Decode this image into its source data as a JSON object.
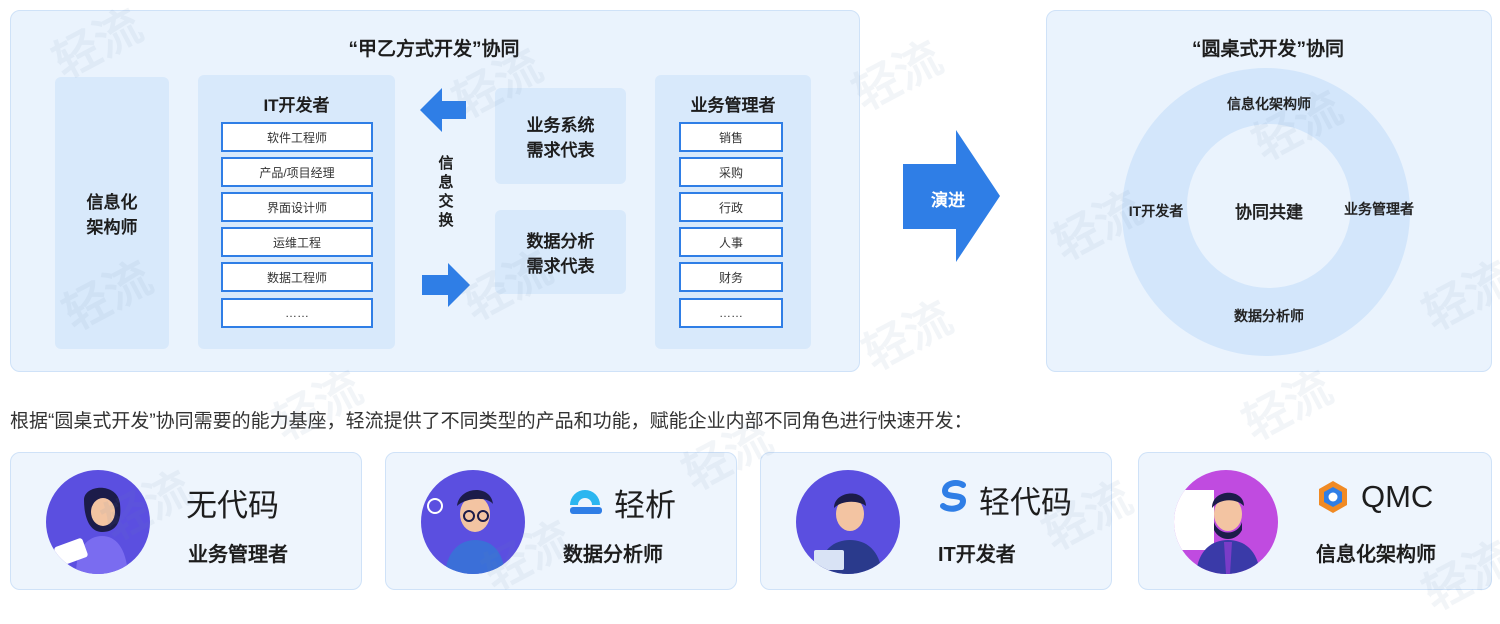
{
  "left_panel": {
    "title": "“甲乙方式开发”协同",
    "architect": [
      "信息化",
      "架构师"
    ],
    "it_dev": {
      "header": "IT开发者",
      "items": [
        "软件工程师",
        "产品/项目经理",
        "界面设计师",
        "运维工程",
        "数据工程师",
        "……"
      ]
    },
    "info_exchange": [
      "信",
      "息",
      "交",
      "换"
    ],
    "reps": [
      [
        "业务系统",
        "需求代表"
      ],
      [
        "数据分析",
        "需求代表"
      ]
    ],
    "biz_mgr": {
      "header": "业务管理者",
      "items": [
        "销售",
        "采购",
        "行政",
        "人事",
        "财务",
        "……"
      ]
    }
  },
  "evolve_label": "演进",
  "right_panel": {
    "title": "“圆桌式开发”协同",
    "center": "协同共建",
    "top": "信息化架构师",
    "left": "IT开发者",
    "right": "业务管理者",
    "bottom": "数据分析师"
  },
  "description": "根据“圆桌式开发”协同需要的能力基座，轻流提供了不同类型的产品和功能，赋能企业内部不同角色进行快速开发：",
  "cards": [
    {
      "title": "无代码",
      "role": "业务管理者"
    },
    {
      "title": "轻析",
      "role": "数据分析师"
    },
    {
      "title": "轻代码",
      "role": "IT开发者"
    },
    {
      "title": "QMC",
      "role": "信息化架构师"
    }
  ],
  "watermark": "轻流",
  "colors": {
    "accent": "#2f7ee6",
    "panel": "#eaf3fd",
    "block": "#d8e9fb",
    "ring": "#d3e6fb"
  }
}
